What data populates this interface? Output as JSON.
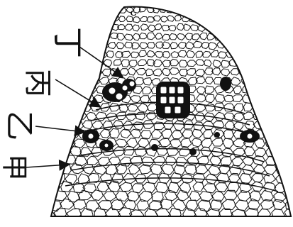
{
  "labels": {
    "ding": "丁",
    "bing": "丙",
    "yi": "乙",
    "jia": "甲",
    "top_mark": "?"
  },
  "colors": {
    "ink": "#111111",
    "paper": "#ffffff"
  }
}
